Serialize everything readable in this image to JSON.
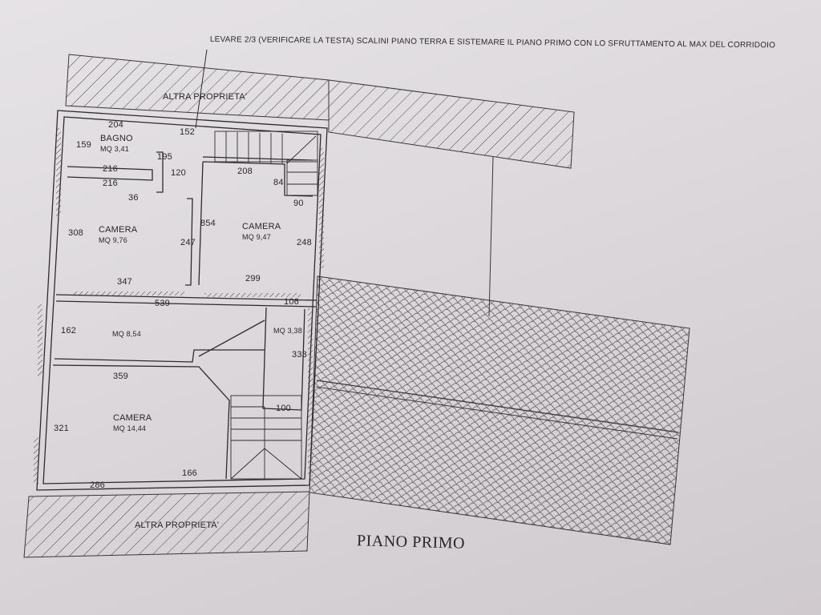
{
  "note": "LEVARE 2/3 (VERIFICARE LA TESTA) SCALINI PIANO TERRA E SISTEMARE IL PIANO PRIMO CON LO SFRUTTAMENTO AL MAX DEL CORRIDOIO",
  "title": "PIANO PRIMO",
  "neighbors": {
    "top": "ALTRA PROPRIETA'",
    "bottom": "ALTRA PROPRIETA'"
  },
  "rooms": [
    {
      "name": "BAGNO",
      "area": "MQ 3,41"
    },
    {
      "name": "CAMERA",
      "area": "MQ 9,76"
    },
    {
      "name": "CAMERA",
      "area": "MQ 9,47"
    },
    {
      "name": "",
      "area": "MQ 8,54"
    },
    {
      "name": "",
      "area": "MQ 3,38"
    },
    {
      "name": "CAMERA",
      "area": "MQ 14,44"
    }
  ],
  "dimensions": {
    "d204": "204",
    "d152": "152",
    "d159": "159",
    "d195": "195",
    "d216a": "216",
    "d216b": "216",
    "d120": "120",
    "d208": "208",
    "d36": "36",
    "d84": "84",
    "d90": "90",
    "d308": "308",
    "d854": "854",
    "d247": "247",
    "d248": "248",
    "d347": "347",
    "d299": "299",
    "d539": "539",
    "d106": "106",
    "d162": "162",
    "d333": "333",
    "d359": "359",
    "d100": "100",
    "d321": "321",
    "d166": "166",
    "d286": "286"
  }
}
